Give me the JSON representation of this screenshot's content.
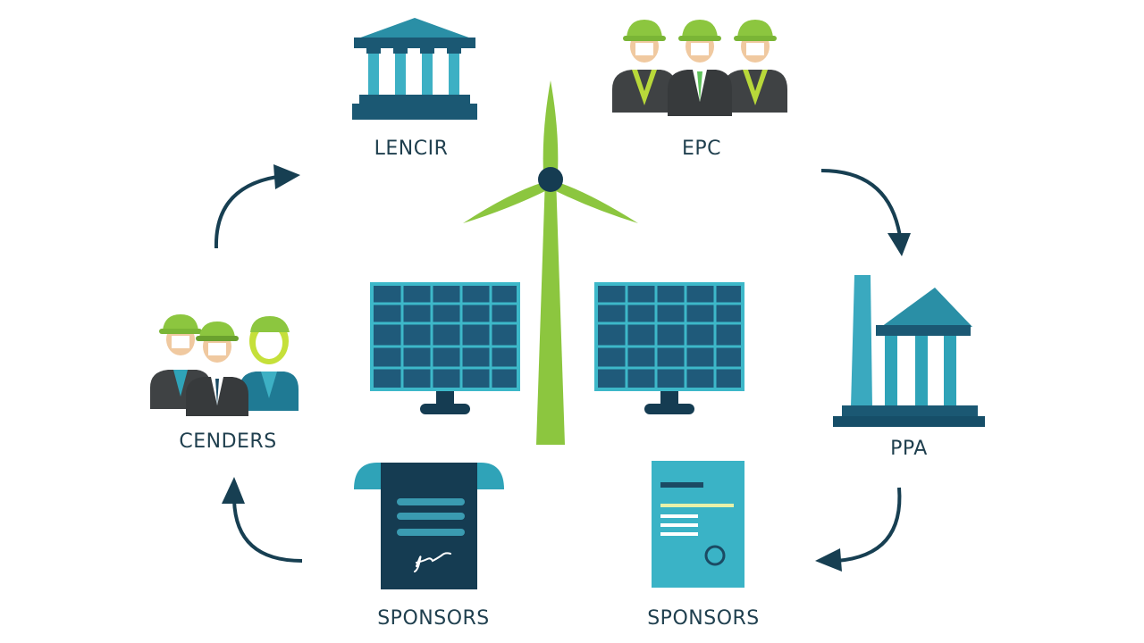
{
  "diagram": {
    "type": "cycle",
    "center": {
      "wind_turbine": "wind-turbine",
      "solar_panels": [
        "solar-panel-left",
        "solar-panel-right"
      ]
    },
    "nodes": [
      {
        "id": "lender",
        "label": "LENCIR",
        "icon": "bank-building-icon"
      },
      {
        "id": "epc",
        "label": "EPC",
        "icon": "workers-group-icon"
      },
      {
        "id": "ppa",
        "label": "PPA",
        "icon": "power-plant-icon"
      },
      {
        "id": "sponsors-right",
        "label": "SPONSORS",
        "icon": "certificate-document-icon"
      },
      {
        "id": "sponsors-left",
        "label": "SPONSORS",
        "icon": "signed-contract-icon"
      },
      {
        "id": "lenders",
        "label": "CENDERS",
        "icon": "workers-group-icon"
      }
    ],
    "arrows": [
      {
        "from": "lenders",
        "to": "lender",
        "direction": "clockwise"
      },
      {
        "from": "epc",
        "to": "ppa",
        "direction": "clockwise"
      },
      {
        "from": "ppa",
        "to": "sponsors-right",
        "direction": "clockwise"
      },
      {
        "from": "sponsors-left",
        "to": "lenders",
        "direction": "clockwise"
      }
    ]
  },
  "colors": {
    "navy": "#1b4a63",
    "dark_navy": "#153c52",
    "teal": "#2fa3b8",
    "light_teal": "#3db8c9",
    "green": "#8cc63f",
    "lime": "#c5e03a",
    "suit_gray": "#3f4244",
    "skin": "#f0c9a0",
    "text": "#1f3f4e"
  }
}
